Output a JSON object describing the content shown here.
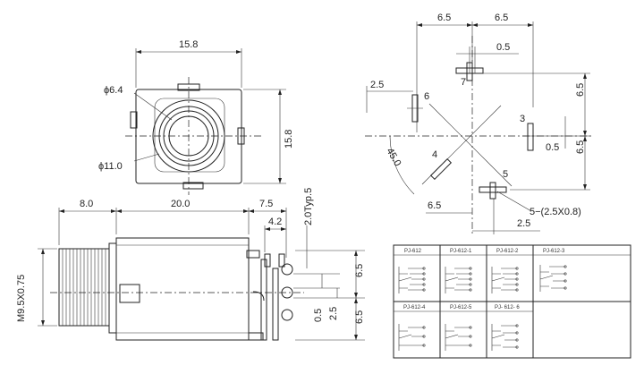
{
  "top_view": {
    "width_dim": "15.8",
    "height_dim": "15.8",
    "inner_dia": "ϕ6.4",
    "outer_dia": "ϕ11.0"
  },
  "side_view": {
    "dim_a": "8.0",
    "dim_b": "20.0",
    "dim_c": "7.5",
    "dim_d": "4.2",
    "thread": "M9.5X0.75",
    "typ": "2.0Typ.5",
    "r_65_top": "6.5",
    "r_05": "0.5",
    "r_25": "2.5",
    "r_65_bot": "6.5"
  },
  "pin_layout": {
    "top_left": "6.5",
    "top_right": "6.5",
    "gap": "0.5",
    "left_off": "2.5",
    "right_65_top": "6.5",
    "right_65_mid": "6.5",
    "right_05": "0.5",
    "angle": "45.0",
    "bottom_left": "6.5",
    "bottom_right": "2.5",
    "hole_note": "5−(2.5X0.8)",
    "pins": [
      "7",
      "6",
      "3",
      "4",
      "5"
    ]
  },
  "schematics": {
    "row1": [
      "PJ-612",
      "PJ-612-1",
      "PJ-612-2",
      "PJ-612-3"
    ],
    "row2": [
      "PJ-612-4",
      "PJ-612-5",
      "PJ- 612- 6"
    ]
  }
}
